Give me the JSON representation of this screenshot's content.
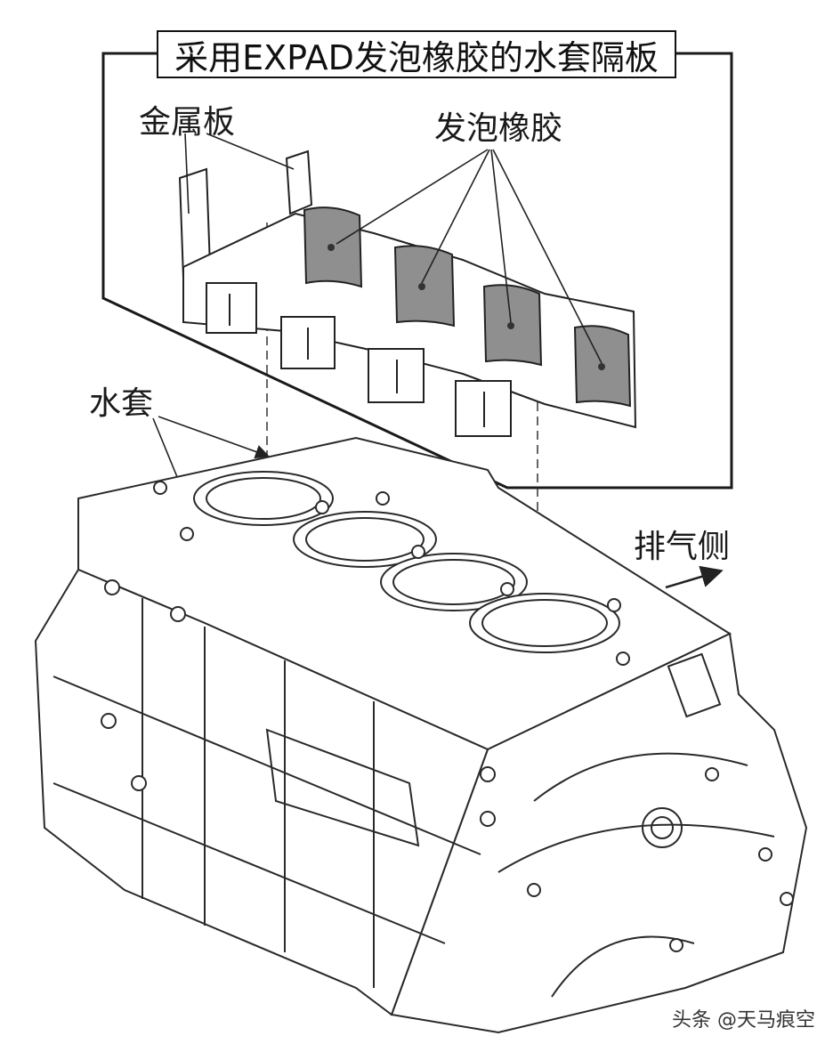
{
  "title": "采用EXPAD发泡橡胶的水套隔板",
  "labels": {
    "metal_plate": "金属板",
    "foam_rubber": "发泡橡胶",
    "water_jacket": "水套",
    "exhaust_side": "排气侧"
  },
  "watermark": "头条 @天马痕空",
  "colors": {
    "line": "#2a2a2a",
    "foam_fill": "#8f8f8f",
    "background": "#ffffff"
  },
  "icons": [
    "exhaust-arrow-icon",
    "leader-line-arrow-icon"
  ]
}
